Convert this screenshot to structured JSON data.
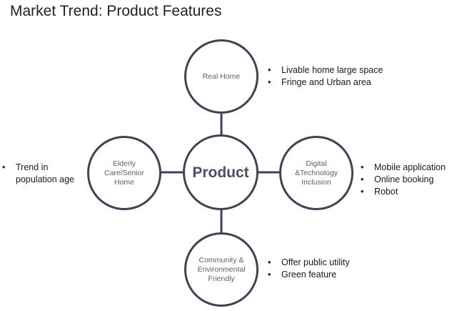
{
  "title": "Market Trend: Product Features",
  "center": {
    "label": "Product"
  },
  "nodes": {
    "top": {
      "label": "Real Home"
    },
    "left": {
      "label": "Elderly\nCare/Senior\nHome"
    },
    "right": {
      "label": "Digital\n&Technology\nInclusion"
    },
    "bottom": {
      "label": "Community &\nEnvironmental\nFriendly"
    }
  },
  "bullets": {
    "top": [
      "Livable home large space",
      "Fringe and Urban area"
    ],
    "left": [
      "Trend in\npopulation age"
    ],
    "right": [
      "Mobile application",
      "Online booking",
      "Robot"
    ],
    "bottom": [
      "Offer public utility",
      "Green feature"
    ]
  },
  "colors": {
    "node_border": "#3d4454",
    "connector": "#3d4454",
    "node_text": "#5b6070"
  }
}
